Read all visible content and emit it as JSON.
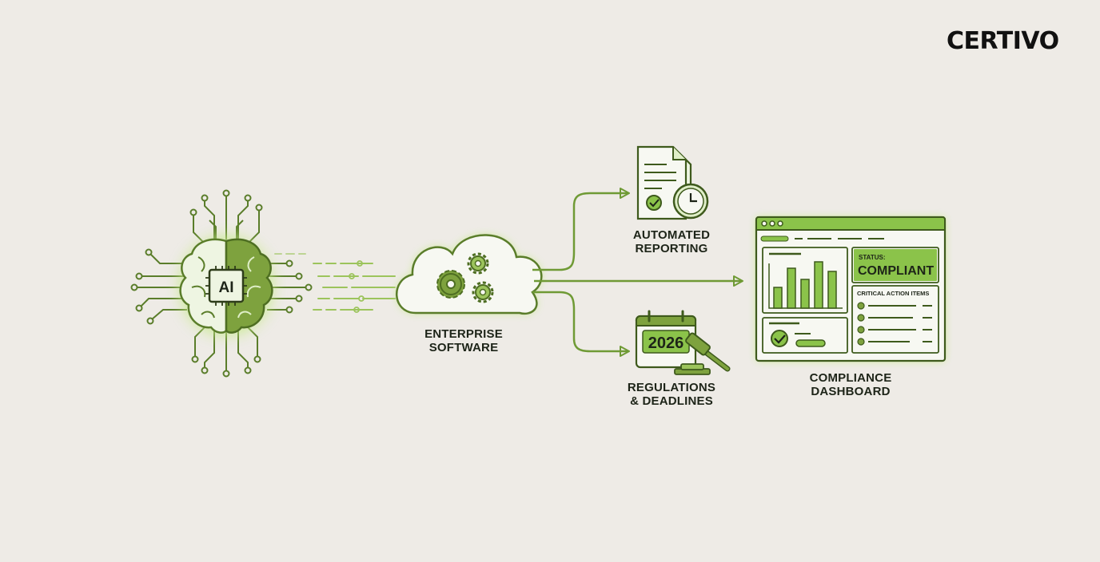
{
  "brand": {
    "logo_text": "CERTIVO"
  },
  "nodes": {
    "ai": {
      "chip_label": "AI"
    },
    "enterprise": {
      "line1": "ENTERPRISE",
      "line2": "SOFTWARE"
    },
    "reporting": {
      "line1": "AUTOMATED",
      "line2": "REPORTING"
    },
    "regulations": {
      "year": "2026",
      "line1": "REGULATIONS",
      "line2": "& DEADLINES"
    },
    "dashboard": {
      "status_label": "STATUS:",
      "status_value": "COMPLIANT",
      "action_items_title": "CRITICAL ACTION ITEMS",
      "line1": "COMPLIANCE",
      "line2": "DASHBOARD"
    }
  },
  "colors": {
    "accent": "#8bc34a",
    "accent_dark": "#5a7d2a",
    "accent_light": "#dfeec7",
    "glow": "#c6ea8a",
    "text": "#1d2418",
    "background": "#eeebe6"
  }
}
